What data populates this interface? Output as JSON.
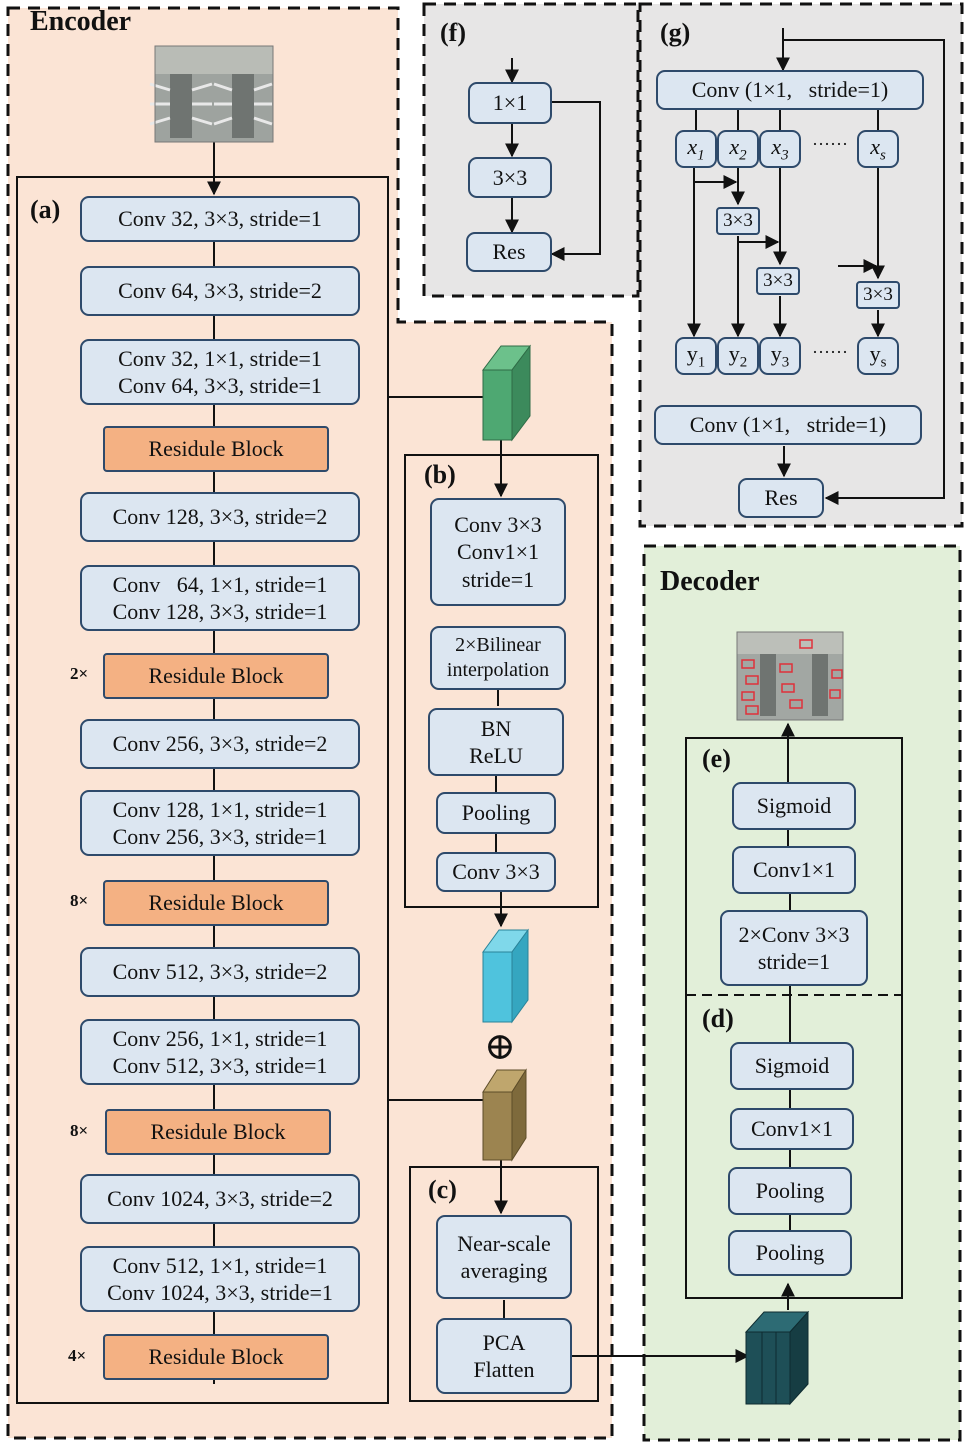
{
  "encoder": {
    "title": "Encoder",
    "panel_label": "(a)",
    "layers": [
      [
        "Conv 32, 3×3, stride=1"
      ],
      [
        "Conv 64, 3×3, stride=2"
      ],
      [
        "Conv 32, 1×1, stride=1",
        "Conv 64, 3×3, stride=1"
      ],
      [
        "Residule Block"
      ],
      [
        "Conv 128, 3×3, stride=2"
      ],
      [
        "Conv   64, 1×1, stride=1",
        "Conv 128, 3×3, stride=1"
      ],
      [
        "Residule Block"
      ],
      [
        "Conv 256, 3×3, stride=2"
      ],
      [
        "Conv 128, 1×1, stride=1",
        "Conv 256, 3×3, stride=1"
      ],
      [
        "Residule Block"
      ],
      [
        "Conv 512, 3×3, stride=2"
      ],
      [
        "Conv 256, 1×1, stride=1",
        "Conv 512, 3×3, stride=1"
      ],
      [
        "Residule Block"
      ],
      [
        "Conv 1024, 3×3, stride=2"
      ],
      [
        "Conv 512, 1×1, stride=1",
        "Conv 1024, 3×3, stride=1"
      ],
      [
        "Residule Block"
      ]
    ],
    "repeats": [
      "2×",
      "8×",
      "8×",
      "4×"
    ]
  },
  "panel_b": {
    "label": "(b)",
    "blocks": [
      [
        "Conv 3×3",
        "Conv1×1",
        "stride=1"
      ],
      [
        "2×Bilinear",
        "interpolation"
      ],
      [
        "BN",
        "ReLU"
      ],
      [
        "Pooling"
      ],
      [
        "Conv 3×3"
      ]
    ]
  },
  "fusion_symbol": "⊕",
  "panel_c": {
    "label": "(c)",
    "blocks": [
      [
        "Near-scale",
        "averaging"
      ],
      [
        "PCA",
        "Flatten"
      ]
    ]
  },
  "panel_f": {
    "label": "(f)",
    "blocks": [
      "1×1",
      "3×3",
      "Res"
    ]
  },
  "panel_g": {
    "label": "(g)",
    "conv_top": "Conv (1×1,   stride=1)",
    "conv_bottom": "Conv (1×1,   stride=1)",
    "res": "Res",
    "x_nodes": [
      "x1",
      "x2",
      "x3",
      "xs"
    ],
    "y_nodes": [
      "y1",
      "y2",
      "y3",
      "ys"
    ],
    "kernels": [
      "3×3",
      "3×3",
      "3×3"
    ],
    "ellipsis": "······"
  },
  "decoder": {
    "title": "Decoder",
    "panel_e": {
      "label": "(e)",
      "blocks": [
        [
          "Sigmoid"
        ],
        [
          "Conv1×1"
        ],
        [
          "2×Conv 3×3",
          "stride=1"
        ]
      ]
    },
    "panel_d": {
      "label": "(d)",
      "blocks": [
        [
          "Sigmoid"
        ],
        [
          "Conv1×1"
        ],
        [
          "Pooling"
        ],
        [
          "Pooling"
        ]
      ]
    }
  },
  "colors": {
    "encoder_bg": "#fbe4d5",
    "decoder_bg": "#e2efd9",
    "side_bg": "#e7e6e6",
    "block_fill": "#dce6f1",
    "block_border": "#2e4a6b",
    "residual_fill": "#f4b183",
    "feature_green": "#4ea872",
    "feature_cyan": "#4fc3dd",
    "feature_brown": "#9c8450",
    "feature_dark": "#1e4f57"
  }
}
